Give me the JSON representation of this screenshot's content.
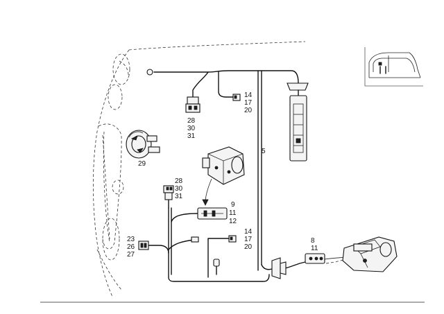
{
  "labels": {
    "l5": "5",
    "l14a": "14",
    "l17a": "17",
    "l20a": "20",
    "l28a": "28",
    "l30a": "30",
    "l31a": "31",
    "l29": "29",
    "l28b": "28",
    "l30b": "30",
    "l31b": "31",
    "l9": "9",
    "l11a": "11",
    "l12": "12",
    "l23": "23",
    "l26": "26",
    "l27": "27",
    "l14b": "14",
    "l17b": "17",
    "l20b": "20",
    "l8": "8",
    "l11b": "11"
  }
}
